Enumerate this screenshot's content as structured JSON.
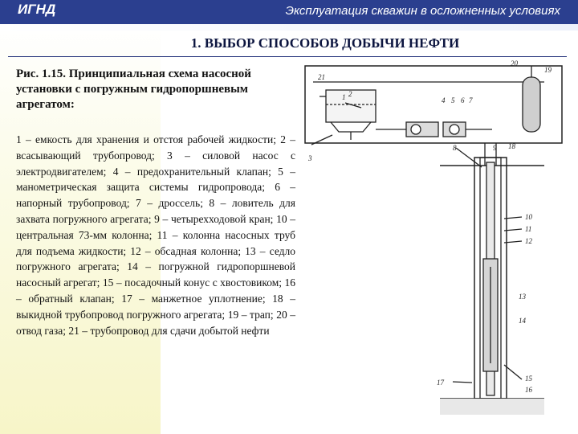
{
  "header": {
    "left": "ИГНД",
    "right": "Эксплуатация скважин в осложненных условиях"
  },
  "section_title": "1. ВЫБОР СПОСОБОВ ДОБЫЧИ НЕФТИ",
  "figure_caption": "Рис. 1.15. Принципиальная схема насосной установки с погружным гидропоршневым агрегатом:",
  "description": "1 – емкость для хранения и отстоя рабочей жидкости; 2 – всасывающий трубопровод; 3 – силовой насос с электродвигателем; 4 – предохранительный клапан; 5 – манометрическая защита системы гидропровода; 6 – напорный трубопровод; 7 – дроссель; 8 – ловитель для захвата погружного агрегата; 9 – четырехходовой кран; 10 – центральная 73-мм колонна; 11 – колонна насосных труб для подъема жидкости; 12 – обсадная колонна; 13 – седло погружного агрегата; 14 – погружной гидропоршневой насосный агрегат; 15 – посадочный конус с хвостовиком; 16 – обратный клапан; 17 – манжетное уплотнение; 18 – выкидной трубопровод погружного агрегата; 19 – трап; 20 – отвод газа; 21 – трубопровод для сдачи добытой нефти",
  "diagram_labels": [
    "1",
    "2",
    "3",
    "4",
    "5",
    "6",
    "7",
    "8",
    "9",
    "10",
    "11",
    "12",
    "13",
    "14",
    "15",
    "16",
    "17",
    "18",
    "19",
    "20",
    "21"
  ]
}
